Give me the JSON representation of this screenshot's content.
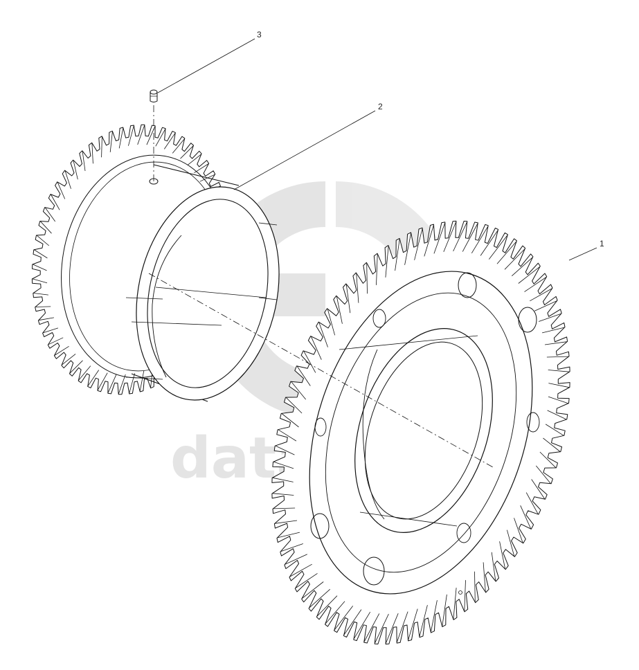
{
  "callouts": [
    {
      "label": "1",
      "part": "large-helical-gear"
    },
    {
      "label": "2",
      "part": "small-helical-gear-with-hub"
    },
    {
      "label": "3",
      "part": "pin"
    }
  ],
  "watermark": {
    "text": "data-parts",
    "color": "#cfcfcf"
  },
  "colors": {
    "line": "#111111",
    "background": "#ffffff"
  }
}
